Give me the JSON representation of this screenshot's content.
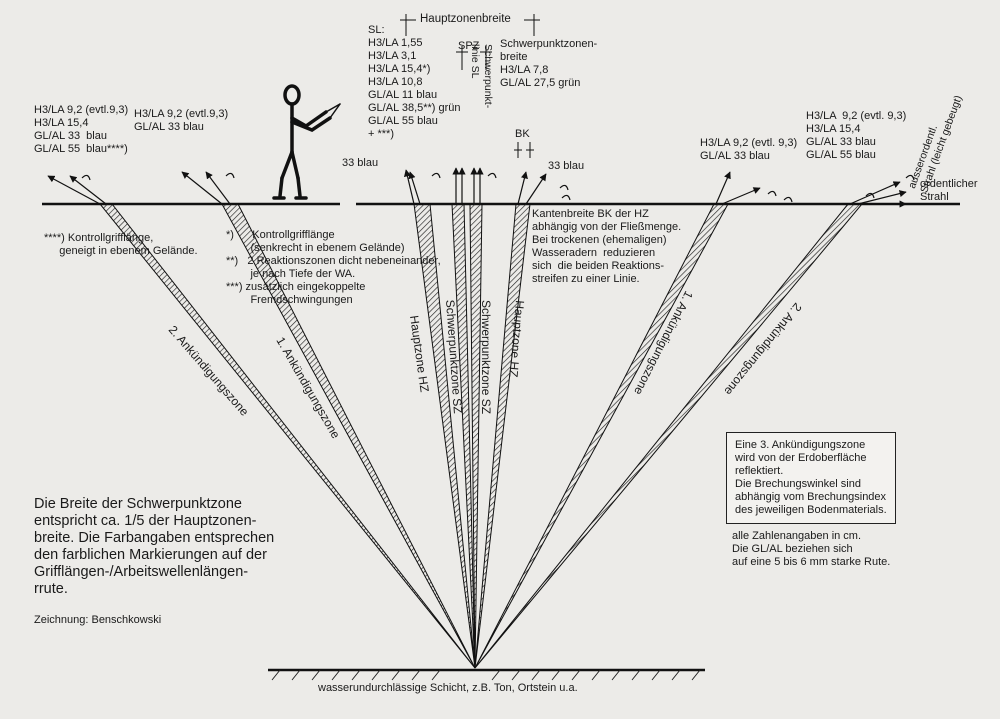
{
  "top": {
    "hauptzonenbreite": "Hauptzonenbreite",
    "sl_block": "SL:\nH3/LA 1,55\nH3/LA 3,1\nH3/LA 15,4*)\nH3/LA 10,8\nGL/AL 11 blau\nGL/AL 38,5**) grün\nGL/AL 55 blau\n+ ***)",
    "spz": "SPZ",
    "schwerpunktlinie": "Schwerpunkt-\nlinie SL",
    "szb_block": "Schwerpunktzonen-\nbreite\nH3/LA 7,8\nGL/AL 27,5 grün",
    "bk": "BK",
    "blau33_left": "33 blau",
    "blau33_right": "33 blau"
  },
  "left": {
    "block1": "H3/LA 9,2 (evtl.9,3)\nH3/LA 15,4\nGL/AL 33  blau\nGL/AL 55  blau****)",
    "block2": "H3/LA 9,2 (evtl.9,3)\nGL/AL 33 blau",
    "note4": "****) Kontrollgrifflänge,\n     geneigt in ebenem Gelände."
  },
  "notes": {
    "star": "*)      Kontrollgrifflänge\n        (senkrecht in ebenem Gelände)\n**)   2 Reaktionszonen dicht nebeneinander,\n        je nach Tiefe der WA.\n***) zusätzlich eingekoppelte\n        Fremdschwingungen",
    "kanten": "Kantenbreite BK der HZ\nabhängig von der Fließmenge.\nBei trockenen (ehemaligen)\nWasseradern  reduzieren\nsich  die beiden Reaktions-\nstreifen zu einer Linie."
  },
  "right": {
    "block1": "H3/LA 9,2 (evtl. 9,3)\nGL/AL 33 blau",
    "block2": "H3/LA  9,2 (evtl. 9,3)\nH3/LA 15,4\nGL/AL 33 blau\nGL/AL 55 blau",
    "ausser": "ausserordentl.\nStrahl (leicht gebeugt)",
    "ordentlich": "ordentlicher\nStrahl"
  },
  "zones": {
    "ank2_left": "2. Ankündigungszone",
    "ank1_left": "1. Ankündigungszone",
    "hz_left": "Hauptzone  HZ",
    "sz_left": "Schwerpunktzone SZ",
    "sz_right": "Schwerpunktzone SZ",
    "hz_right": "Hauptzone HZ",
    "ank1_right": "1. Ankündigungszone",
    "ank2_right": "2. Ankündigungszone"
  },
  "box": {
    "text": "Eine 3. Ankündigungszone\nwird von der Erdoberfläche\nreflektiert.\nDie Brechungswinkel sind\nabhängig vom Brechungsindex\ndes jeweiligen Bodenmaterials."
  },
  "units": "alle Zahlenangaben in cm.\nDie GL/AL beziehen sich\nauf eine 5 bis 6 mm starke Rute.",
  "bottom_left": {
    "text": "Die Breite der Schwerpunktzone\nentspricht ca. 1/5 der Hauptzonen-\nbreite. Die Farbangaben entsprechen\nden farblichen Markierungen auf der\nGrifflängen-/Arbeitswellenlängen-\nrrute.",
    "credit": "Zeichnung: Benschkowski"
  },
  "ground_bottom": "wasserundurchlässige Schicht, z.B. Ton, Ortstein u.a."
}
